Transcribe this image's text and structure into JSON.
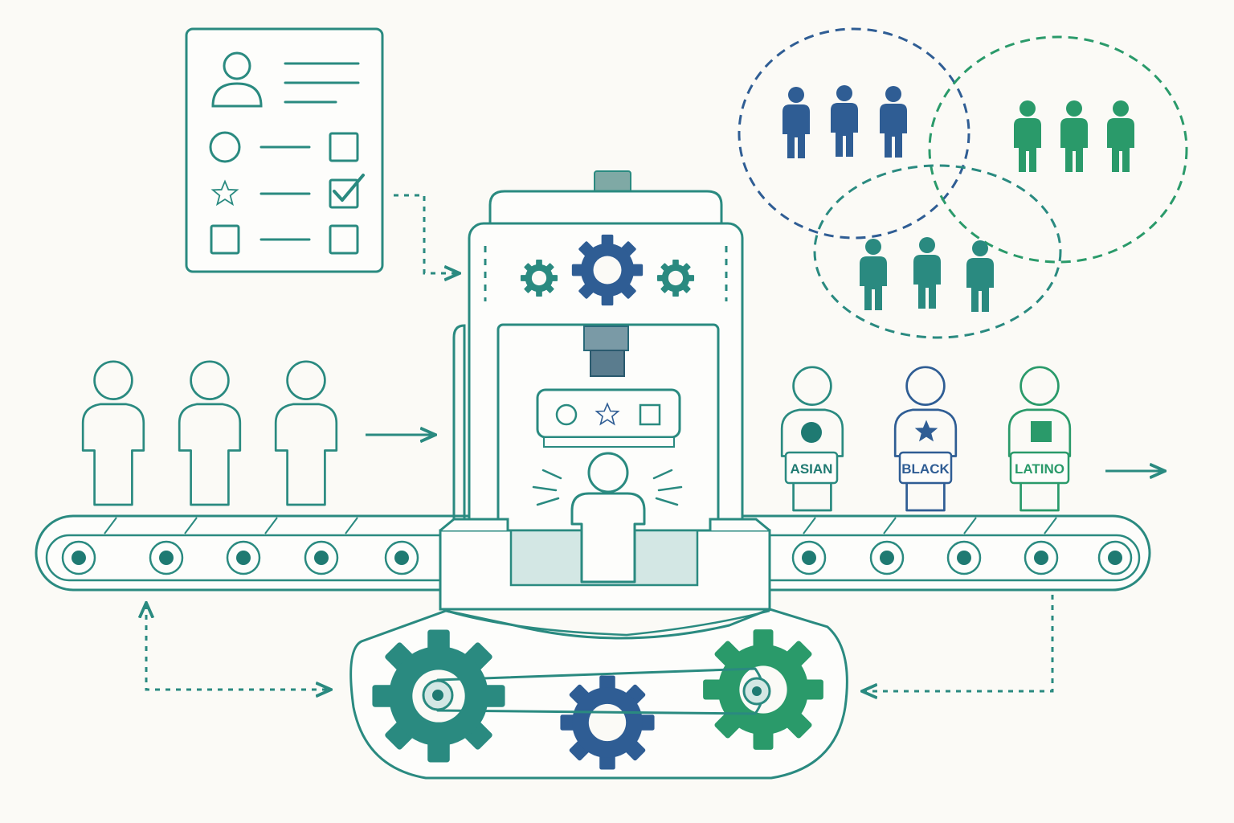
{
  "labels": {
    "asian": "ASIAN",
    "black": "BLACK",
    "latino": "LATINO"
  },
  "colors": {
    "background": "#fbfaf6",
    "teal": "#2a8a80",
    "teal_dark": "#1f7a72",
    "blue": "#2f5d94",
    "green": "#2a9a6a",
    "light_panel": "#d3e7e4"
  },
  "icons": {
    "input_people": "person-outline-icon",
    "form": "profile-form-icon",
    "gears": "gear-icon",
    "groups": "person-group-icon",
    "category_marks": [
      "circle-icon",
      "star-icon",
      "square-icon"
    ]
  }
}
